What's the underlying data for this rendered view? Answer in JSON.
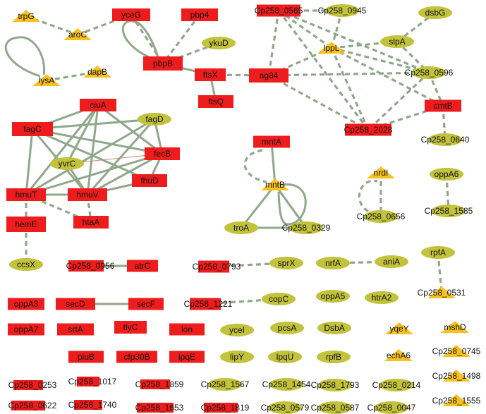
{
  "colors": {
    "rect": "#ee1c1c",
    "ellipse": "#c2c23c",
    "triangle": "#f7c21e",
    "edge": "#8fa88a",
    "edge_red": "#c9877a"
  },
  "nodes": [
    {
      "id": "trpG",
      "label": "trpG",
      "shape": "triangle"
    },
    {
      "id": "aroC",
      "label": "aroC",
      "shape": "triangle"
    },
    {
      "id": "yceG",
      "label": "yceG",
      "shape": "rect"
    },
    {
      "id": "pbp4",
      "label": "pbp4",
      "shape": "rect"
    },
    {
      "id": "lysA",
      "label": "lysA",
      "shape": "triangle"
    },
    {
      "id": "dapB",
      "label": "dapB",
      "shape": "triangle"
    },
    {
      "id": "pbpB",
      "label": "pbpB",
      "shape": "rect"
    },
    {
      "id": "ykuD",
      "label": "ykuD",
      "shape": "ellipse"
    },
    {
      "id": "ftsX",
      "label": "ftsX",
      "shape": "rect"
    },
    {
      "id": "ftsQ",
      "label": "ftsQ",
      "shape": "rect"
    },
    {
      "id": "Cp258_0565",
      "label": "Cp258_0565",
      "shape": "rect"
    },
    {
      "id": "Cp258_0945",
      "label": "Cp258_0945",
      "shape": "ellipse"
    },
    {
      "id": "dsbG",
      "label": "dsbG",
      "shape": "ellipse"
    },
    {
      "id": "lppL",
      "label": "lppL",
      "shape": "triangle"
    },
    {
      "id": "slpA",
      "label": "slpA",
      "shape": "ellipse"
    },
    {
      "id": "ag84",
      "label": "ag84",
      "shape": "rect"
    },
    {
      "id": "Cp258_0596",
      "label": "Cp258_0596",
      "shape": "ellipse"
    },
    {
      "id": "cmtB",
      "label": "cmtB",
      "shape": "rect"
    },
    {
      "id": "Cp258_2028",
      "label": "Cp258_2028",
      "shape": "rect"
    },
    {
      "id": "Cp258_0640",
      "label": "Cp258_0640",
      "shape": "ellipse"
    },
    {
      "id": "ciuA",
      "label": "ciuA",
      "shape": "rect"
    },
    {
      "id": "fagC",
      "label": "fagC",
      "shape": "rect"
    },
    {
      "id": "fagD",
      "label": "fagD",
      "shape": "ellipse"
    },
    {
      "id": "fecB",
      "label": "fecB",
      "shape": "rect"
    },
    {
      "id": "yvrC",
      "label": "yvrC",
      "shape": "ellipse"
    },
    {
      "id": "fhuD",
      "label": "fhuD",
      "shape": "rect"
    },
    {
      "id": "hmuT",
      "label": "hmuT",
      "shape": "rect"
    },
    {
      "id": "hmuV",
      "label": "hmuV",
      "shape": "rect"
    },
    {
      "id": "hemE",
      "label": "hemE",
      "shape": "rect"
    },
    {
      "id": "htaA",
      "label": "htaA",
      "shape": "rect"
    },
    {
      "id": "ccsX",
      "label": "ccsX",
      "shape": "ellipse"
    },
    {
      "id": "mntA",
      "label": "mntA",
      "shape": "rect"
    },
    {
      "id": "mntB",
      "label": "mntB",
      "shape": "triangle"
    },
    {
      "id": "troA",
      "label": "troA",
      "shape": "ellipse"
    },
    {
      "id": "Cp258_0329",
      "label": "Cp258_0329",
      "shape": "ellipse"
    },
    {
      "id": "nrdI",
      "label": "nrdI",
      "shape": "triangle"
    },
    {
      "id": "Cp258_0656",
      "label": "Cp258_0656",
      "shape": "ellipse"
    },
    {
      "id": "oppA6",
      "label": "oppA6",
      "shape": "ellipse"
    },
    {
      "id": "Cp258_1585",
      "label": "Cp258_1585",
      "shape": "ellipse"
    },
    {
      "id": "Cp258_0956",
      "label": "Cp258_0956",
      "shape": "rect"
    },
    {
      "id": "atrC",
      "label": "atrC",
      "shape": "rect"
    },
    {
      "id": "Cp258_0793",
      "label": "Cp258_0793",
      "shape": "rect"
    },
    {
      "id": "sprX",
      "label": "sprX",
      "shape": "ellipse"
    },
    {
      "id": "nrfA",
      "label": "nrfA",
      "shape": "ellipse"
    },
    {
      "id": "aniA",
      "label": "aniA",
      "shape": "ellipse"
    },
    {
      "id": "rpfA",
      "label": "rpfA",
      "shape": "ellipse"
    },
    {
      "id": "Cp258_0531",
      "label": "Cp258_0531",
      "shape": "triangle"
    },
    {
      "id": "oppA3",
      "label": "oppA3",
      "shape": "rect"
    },
    {
      "id": "secD",
      "label": "secD",
      "shape": "rect"
    },
    {
      "id": "secF",
      "label": "secF",
      "shape": "rect"
    },
    {
      "id": "Cp258_1221",
      "label": "Cp258_1221",
      "shape": "rect"
    },
    {
      "id": "copC",
      "label": "copC",
      "shape": "ellipse"
    },
    {
      "id": "oppA5",
      "label": "oppA5",
      "shape": "ellipse"
    },
    {
      "id": "htrA2",
      "label": "htrA2",
      "shape": "ellipse"
    },
    {
      "id": "oppA7",
      "label": "oppA7",
      "shape": "rect"
    },
    {
      "id": "srtA",
      "label": "srtA",
      "shape": "rect"
    },
    {
      "id": "tlyC",
      "label": "tlyC",
      "shape": "rect"
    },
    {
      "id": "lon",
      "label": "lon",
      "shape": "rect"
    },
    {
      "id": "yceI",
      "label": "yceI",
      "shape": "ellipse"
    },
    {
      "id": "pcsA",
      "label": "pcsA",
      "shape": "ellipse"
    },
    {
      "id": "DsbA",
      "label": "DsbA",
      "shape": "ellipse"
    },
    {
      "id": "yqeY",
      "label": "yqeY",
      "shape": "triangle"
    },
    {
      "id": "mshD",
      "label": "mshD",
      "shape": "triangle"
    },
    {
      "id": "piuB",
      "label": "piuB",
      "shape": "rect"
    },
    {
      "id": "cfp30B",
      "label": "cfp30B",
      "shape": "rect"
    },
    {
      "id": "lpqE",
      "label": "lpqE",
      "shape": "rect"
    },
    {
      "id": "lipY",
      "label": "lipY",
      "shape": "ellipse"
    },
    {
      "id": "lpqU",
      "label": "lpqU",
      "shape": "ellipse"
    },
    {
      "id": "rpfB",
      "label": "rpfB",
      "shape": "ellipse"
    },
    {
      "id": "echA6",
      "label": "echA6",
      "shape": "triangle"
    },
    {
      "id": "Cp258_0745",
      "label": "Cp258_0745",
      "shape": "triangle"
    },
    {
      "id": "Cp258_0253",
      "label": "Cp258_0253",
      "shape": "rect"
    },
    {
      "id": "Cp258_1017",
      "label": "Cp258_1017",
      "shape": "rect"
    },
    {
      "id": "Cp258_1859",
      "label": "Cp258_1859",
      "shape": "rect"
    },
    {
      "id": "Cp258_1567",
      "label": "Cp258_1567",
      "shape": "ellipse"
    },
    {
      "id": "Cp258_1454",
      "label": "Cp258_1454",
      "shape": "ellipse"
    },
    {
      "id": "Cp258_1793",
      "label": "Cp258_1793",
      "shape": "ellipse"
    },
    {
      "id": "Cp258_0214",
      "label": "Cp258_0214",
      "shape": "ellipse"
    },
    {
      "id": "Cp258_1498",
      "label": "Cp258_1498",
      "shape": "triangle"
    },
    {
      "id": "Cp258_0622",
      "label": "Cp258_0622",
      "shape": "rect"
    },
    {
      "id": "Cp258_1740",
      "label": "Cp258_1740",
      "shape": "rect"
    },
    {
      "id": "Cp258_1653",
      "label": "Cp258_1653",
      "shape": "rect"
    },
    {
      "id": "Cp258_1819",
      "label": "Cp258_1819",
      "shape": "rect"
    },
    {
      "id": "Cp258_0579",
      "label": "Cp258_0579",
      "shape": "ellipse"
    },
    {
      "id": "Cp258_0587",
      "label": "Cp258_0587",
      "shape": "ellipse"
    },
    {
      "id": "Cp258_0047",
      "label": "Cp258_0047",
      "shape": "ellipse"
    },
    {
      "id": "Cp258_1555",
      "label": "Cp258_1555",
      "shape": "triangle"
    }
  ],
  "edges": [
    {
      "from": "trpG",
      "to": "aroC",
      "style": "dashed"
    },
    {
      "from": "aroC",
      "to": "yceG",
      "style": "dashed"
    },
    {
      "from": "lysA",
      "to": "dapB",
      "style": "dashed"
    },
    {
      "from": "lysA",
      "to": "lysA",
      "style": "solid"
    },
    {
      "from": "yceG",
      "to": "pbpB",
      "style": "dashed"
    },
    {
      "from": "pbp4",
      "to": "pbpB",
      "style": "dashed"
    },
    {
      "from": "pbpB",
      "to": "pbpB",
      "style": "solid"
    },
    {
      "from": "pbpB",
      "to": "ykuD",
      "style": "dashed"
    },
    {
      "from": "pbpB",
      "to": "ftsX",
      "style": "solid"
    },
    {
      "from": "ftsX",
      "to": "ftsQ",
      "style": "solid"
    },
    {
      "from": "ftsX",
      "to": "ag84",
      "style": "dashed"
    },
    {
      "from": "Cp258_0565",
      "to": "Cp258_0945",
      "style": "dashed"
    },
    {
      "from": "Cp258_0565",
      "to": "ag84",
      "style": "dashed"
    },
    {
      "from": "Cp258_0565",
      "to": "lppL",
      "style": "dashed"
    },
    {
      "from": "Cp258_0565",
      "to": "Cp258_2028",
      "style": "dashed"
    },
    {
      "from": "Cp258_0565",
      "to": "Cp258_0596",
      "style": "dashed"
    },
    {
      "from": "Cp258_0945",
      "to": "lppL",
      "style": "dashed"
    },
    {
      "from": "dsbG",
      "to": "slpA",
      "style": "dashed"
    },
    {
      "from": "lppL",
      "to": "ag84",
      "style": "dashed"
    },
    {
      "from": "lppL",
      "to": "slpA",
      "style": "dashed"
    },
    {
      "from": "lppL",
      "to": "Cp258_2028",
      "style": "dashed"
    },
    {
      "from": "lppL",
      "to": "Cp258_0596",
      "style": "dashed"
    },
    {
      "from": "lppL",
      "to": "cmtB",
      "style": "dashed"
    },
    {
      "from": "ag84",
      "to": "Cp258_2028",
      "style": "dashed"
    },
    {
      "from": "ag84",
      "to": "Cp258_0596",
      "style": "dashed"
    },
    {
      "from": "slpA",
      "to": "Cp258_0596",
      "style": "dashed"
    },
    {
      "from": "Cp258_0596",
      "to": "Cp258_2028",
      "style": "dashed"
    },
    {
      "from": "Cp258_0596",
      "to": "cmtB",
      "style": "dashed"
    },
    {
      "from": "cmtB",
      "to": "Cp258_2028",
      "style": "dashed"
    },
    {
      "from": "cmtB",
      "to": "Cp258_0640",
      "style": "dashed"
    },
    {
      "from": "ciuA",
      "to": "fagC",
      "style": "solid"
    },
    {
      "from": "ciuA",
      "to": "fecB",
      "style": "solid"
    },
    {
      "from": "ciuA",
      "to": "hmuT",
      "style": "solid"
    },
    {
      "from": "ciuA",
      "to": "hmuV",
      "style": "solid"
    },
    {
      "from": "ciuA",
      "to": "yvrC",
      "style": "solid"
    },
    {
      "from": "fagC",
      "to": "fecB",
      "style": "solid"
    },
    {
      "from": "fagC",
      "to": "hmuT",
      "style": "solid"
    },
    {
      "from": "fagC",
      "to": "hmuV",
      "style": "solid"
    },
    {
      "from": "fagC",
      "to": "fagD",
      "style": "solid"
    },
    {
      "from": "fagC",
      "to": "fhuD",
      "style": "solid"
    },
    {
      "from": "fagD",
      "to": "fecB",
      "style": "solid"
    },
    {
      "from": "fagD",
      "to": "hmuV",
      "style": "solid"
    },
    {
      "from": "fagD",
      "to": "hmuT",
      "style": "solid"
    },
    {
      "from": "fecB",
      "to": "hmuT",
      "style": "solid"
    },
    {
      "from": "fecB",
      "to": "hmuV",
      "style": "solid"
    },
    {
      "from": "fecB",
      "to": "fhuD",
      "style": "solid"
    },
    {
      "from": "yvrC",
      "to": "fecB",
      "style": "red"
    },
    {
      "from": "yvrC",
      "to": "hmuV",
      "style": "solid"
    },
    {
      "from": "hmuT",
      "to": "hmuV",
      "style": "solid"
    },
    {
      "from": "hmuV",
      "to": "fhuD",
      "style": "solid"
    },
    {
      "from": "hmuT",
      "to": "hemE",
      "style": "dashed"
    },
    {
      "from": "hmuV",
      "to": "htaA",
      "style": "dashed"
    },
    {
      "from": "hmuT",
      "to": "htaA",
      "style": "dashed"
    },
    {
      "from": "hemE",
      "to": "ccsX",
      "style": "dashed"
    },
    {
      "from": "mntA",
      "to": "mntB",
      "style": "solid"
    },
    {
      "from": "mntA",
      "to": "mntB",
      "style": "dashed-loop"
    },
    {
      "from": "mntB",
      "to": "mntB",
      "style": "solid-loop"
    },
    {
      "from": "mntB",
      "to": "troA",
      "style": "solid"
    },
    {
      "from": "mntB",
      "to": "Cp258_0329",
      "style": "solid"
    },
    {
      "from": "mntB",
      "to": "Cp258_0329",
      "style": "dashed"
    },
    {
      "from": "troA",
      "to": "Cp258_0329",
      "style": "solid"
    },
    {
      "from": "nrdI",
      "to": "Cp258_0656",
      "style": "dashed"
    },
    {
      "from": "Cp258_0656",
      "to": "Cp258_0656",
      "style": "dashed"
    },
    {
      "from": "oppA6",
      "to": "Cp258_1585",
      "style": "dashed"
    },
    {
      "from": "Cp258_0956",
      "to": "atrC",
      "style": "solid"
    },
    {
      "from": "Cp258_0793",
      "to": "sprX",
      "style": "dashed"
    },
    {
      "from": "nrfA",
      "to": "aniA",
      "style": "dashed"
    },
    {
      "from": "rpfA",
      "to": "Cp258_0531",
      "style": "dashed"
    },
    {
      "from": "secD",
      "to": "secF",
      "style": "solid"
    },
    {
      "from": "Cp258_1221",
      "to": "copC",
      "style": "dashed"
    }
  ]
}
